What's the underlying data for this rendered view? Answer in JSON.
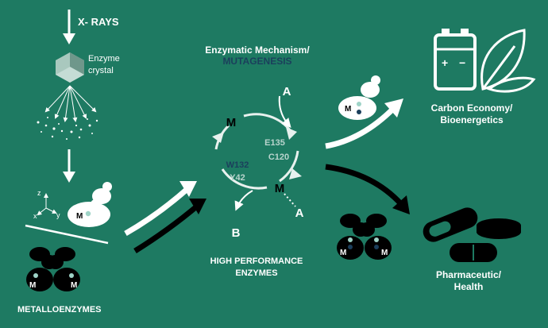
{
  "left": {
    "xrays_label": "X- RAYS",
    "crystal_label_line1": "Enzyme",
    "crystal_label_line2": "crystal",
    "axis_z": "z",
    "axis_x": "x",
    "axis_y": "y",
    "metal_label": "M",
    "metalloenzymes_label": "METALLOENZYMES"
  },
  "center": {
    "title_line1": "Enzymatic Mechanism/",
    "title_line2": "MUTAGENESIS",
    "cycle_top_left": "M",
    "cycle_bottom_right": "M",
    "substrate_in": "A",
    "substrate_out": "A",
    "product": "B",
    "residue_e135": "E135",
    "residue_c120": "C120",
    "residue_w132": "W132",
    "residue_y42": "Y42",
    "footer_line1": "HIGH PERFORMANCE",
    "footer_line2": "ENZYMES"
  },
  "right": {
    "battery_plus": "+",
    "battery_minus": "−",
    "carbon_line1": "Carbon Economy/",
    "carbon_line2": "Bioenergetics",
    "metal_label": "M",
    "pharma_line1": "Pharmaceutic/",
    "pharma_line2": "Health"
  },
  "colors": {
    "background": "#1e7a62",
    "dark_navy": "#1b3f5c",
    "residue_light": "#b9d4cd",
    "white": "#ffffff",
    "black": "#000000"
  }
}
